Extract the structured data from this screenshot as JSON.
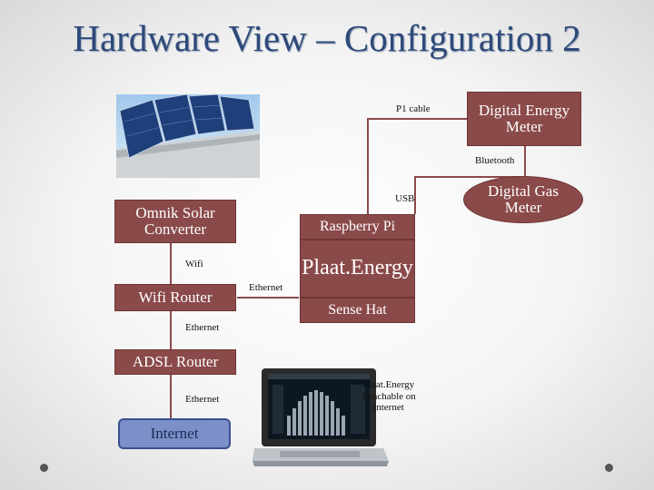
{
  "title": "Hardware View – Configuration 2",
  "nodes": {
    "digital_energy_meter": "Digital Energy\nMeter",
    "digital_gas_meter": "Digital Gas\nMeter",
    "omnik_solar_converter": "Omnik Solar\nConverter",
    "raspberry_pi": "Raspberry Pi",
    "plaat_energy": "Plaat.Energy",
    "sense_hat": "Sense Hat",
    "wifi_router": "Wifi Router",
    "adsl_router": "ADSL Router",
    "internet": "Internet"
  },
  "connections": {
    "p1_cable": "P1 cable",
    "bluetooth": "Bluetooth",
    "usb": "USB",
    "wifi": "Wifi",
    "ethernet_pi": "Ethernet",
    "ethernet_wifi_adsl": "Ethernet",
    "ethernet_adsl_internet": "Ethernet"
  },
  "note": "Plaat.Energy\nReachable on\ninternet",
  "colors": {
    "box": "#8b4a4a",
    "title": "#2e4a7a",
    "internet_box": "#7b8fc9"
  }
}
